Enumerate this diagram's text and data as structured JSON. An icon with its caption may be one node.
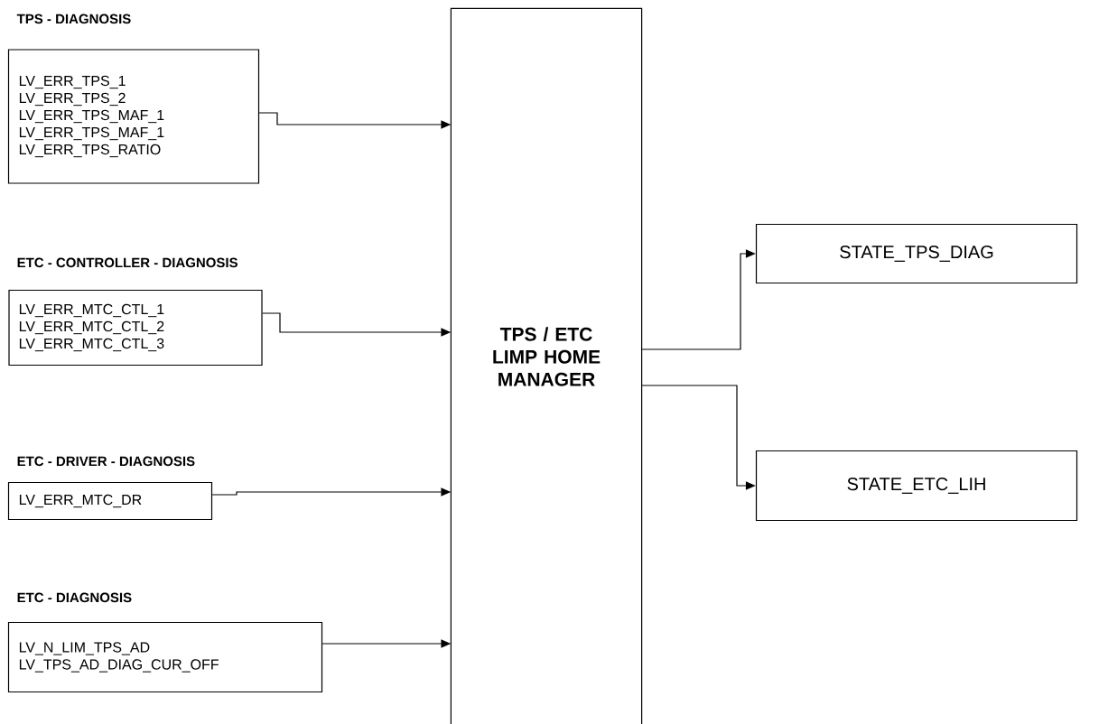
{
  "diagram": {
    "nodes": [
      {
        "text": [
          "TPS -  DIAGNOSIS",
          "LV_ERR_TPS_1",
          "LV_ERR_TPS_2",
          "LV_ERR_TPS_MAF_1",
          "LV_ERR_TPS_MAF_1",
          "LV_ERR_TPS_RATIO"
        ]
      },
      {
        "text": [
          "ETC - CONTROLLER - DIAGNOSIS",
          "LV_ERR_MTC_CTL_1",
          "LV_ERR_MTC_CTL_2",
          "LV_ERR_MTC_CTL_3"
        ]
      },
      {
        "text": [
          "ETC - DRIVER - DIAGNOSIS",
          "LV_ERR_MTC_DR"
        ]
      },
      {
        "text": [
          "ETC - DIAGNOSIS",
          "LV_N_LIM_TPS_AD",
          "LV_TPS_AD_DIAG_CUR_OFF"
        ]
      },
      {
        "text": [
          "TPS / ETC LIMP HOME MANAGER"
        ]
      },
      {
        "text": [
          "STATE_TPS_DIAG"
        ]
      },
      {
        "text": [
          "STATE_ETC_LIH"
        ]
      }
    ],
    "edges": [
      {
        "from": 0,
        "to": 4,
        "arrow": "to"
      },
      {
        "from": 1,
        "to": 4,
        "arrow": "to"
      },
      {
        "from": 2,
        "to": 4,
        "arrow": "to"
      },
      {
        "from": 3,
        "to": 4,
        "arrow": "to"
      },
      {
        "from": 4,
        "to": 5,
        "arrow": "to"
      },
      {
        "from": 4,
        "to": 6,
        "arrow": "to"
      }
    ]
  }
}
